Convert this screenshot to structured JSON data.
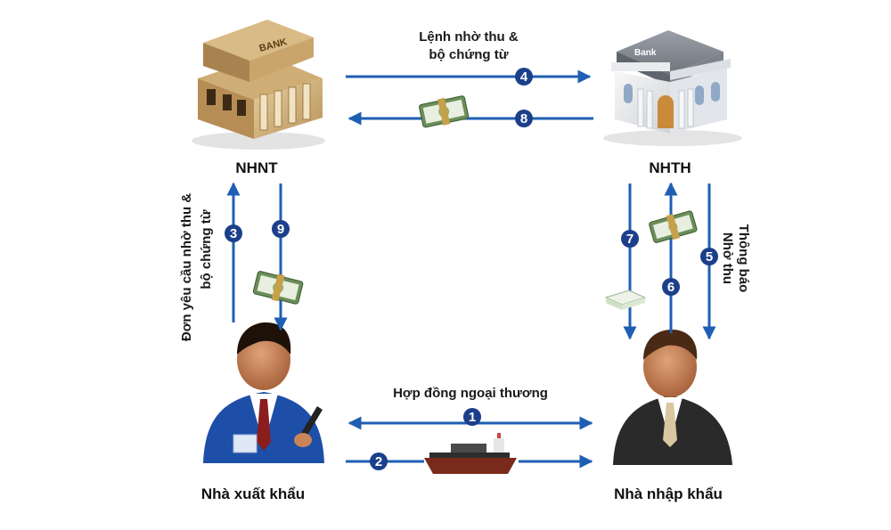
{
  "colors": {
    "arrow": "#1f5fb3",
    "step_badge": "#1b3f8a",
    "text": "#1a1a1a"
  },
  "nodes": {
    "nhnt": {
      "label": "NHNT",
      "icon": "bank-building-icon",
      "sign": "BANK"
    },
    "nhth": {
      "label": "NHTH",
      "icon": "bank-building-icon",
      "sign": "Bank"
    },
    "exporter": {
      "label": "Nhà xuất khẩu",
      "icon": "businessman-icon"
    },
    "importer": {
      "label": "Nhà nhập khẩu",
      "icon": "businessman-icon"
    }
  },
  "edges": {
    "top_label_line1": "Lệnh nhờ thu &",
    "top_label_line2": "bộ chứng từ",
    "left_label_line1": "Đơn yêu cầu nhờ thu &",
    "left_label_line2": "bộ chứng từ",
    "right_label_line1": "Thông báo",
    "right_label_line2": "Nhờ thu",
    "bottom_label": "Hợp đồng ngoại thương"
  },
  "steps": {
    "s1": "1",
    "s2": "2",
    "s3": "3",
    "s4": "4",
    "s5": "5",
    "s6": "6",
    "s7": "7",
    "s8": "8",
    "s9": "9"
  },
  "icons": [
    "money-icon",
    "ship-icon",
    "documents-icon"
  ]
}
